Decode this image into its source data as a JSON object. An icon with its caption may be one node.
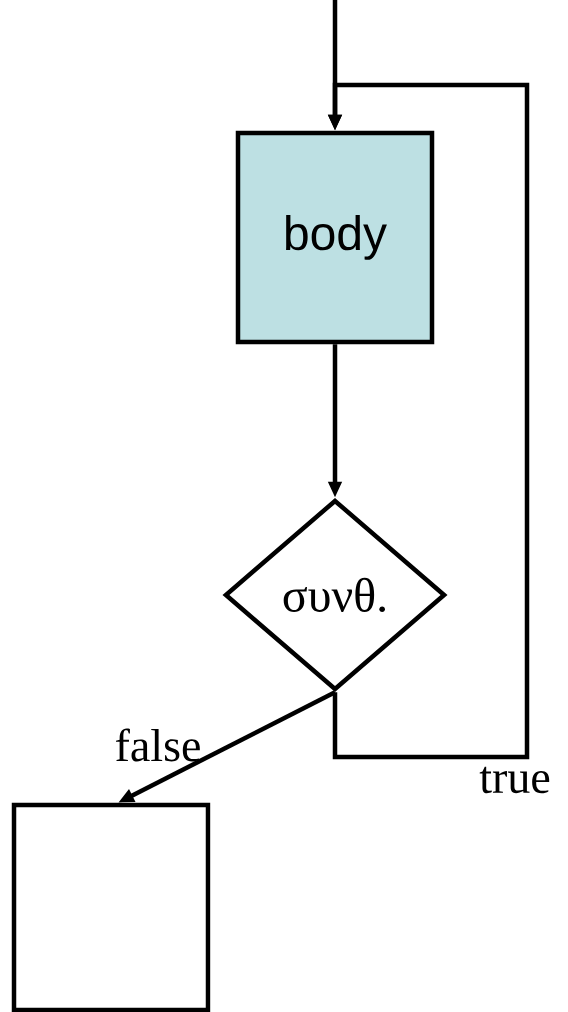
{
  "diagram": {
    "nodes": [
      {
        "text": [
          "body"
        ]
      },
      {
        "text": [
          "συνθ."
        ]
      },
      {
        "text": [],
        "shape": "box"
      }
    ],
    "edges": [
      {
        "from": null,
        "to": 0,
        "arrow": "to"
      },
      {
        "from": 0,
        "to": 1,
        "arrow": "to"
      },
      {
        "from": 1,
        "to": 2,
        "arrow": "to",
        "label": "false"
      },
      {
        "from": 1,
        "to": 0,
        "arrow": "to",
        "label": "true"
      }
    ]
  }
}
